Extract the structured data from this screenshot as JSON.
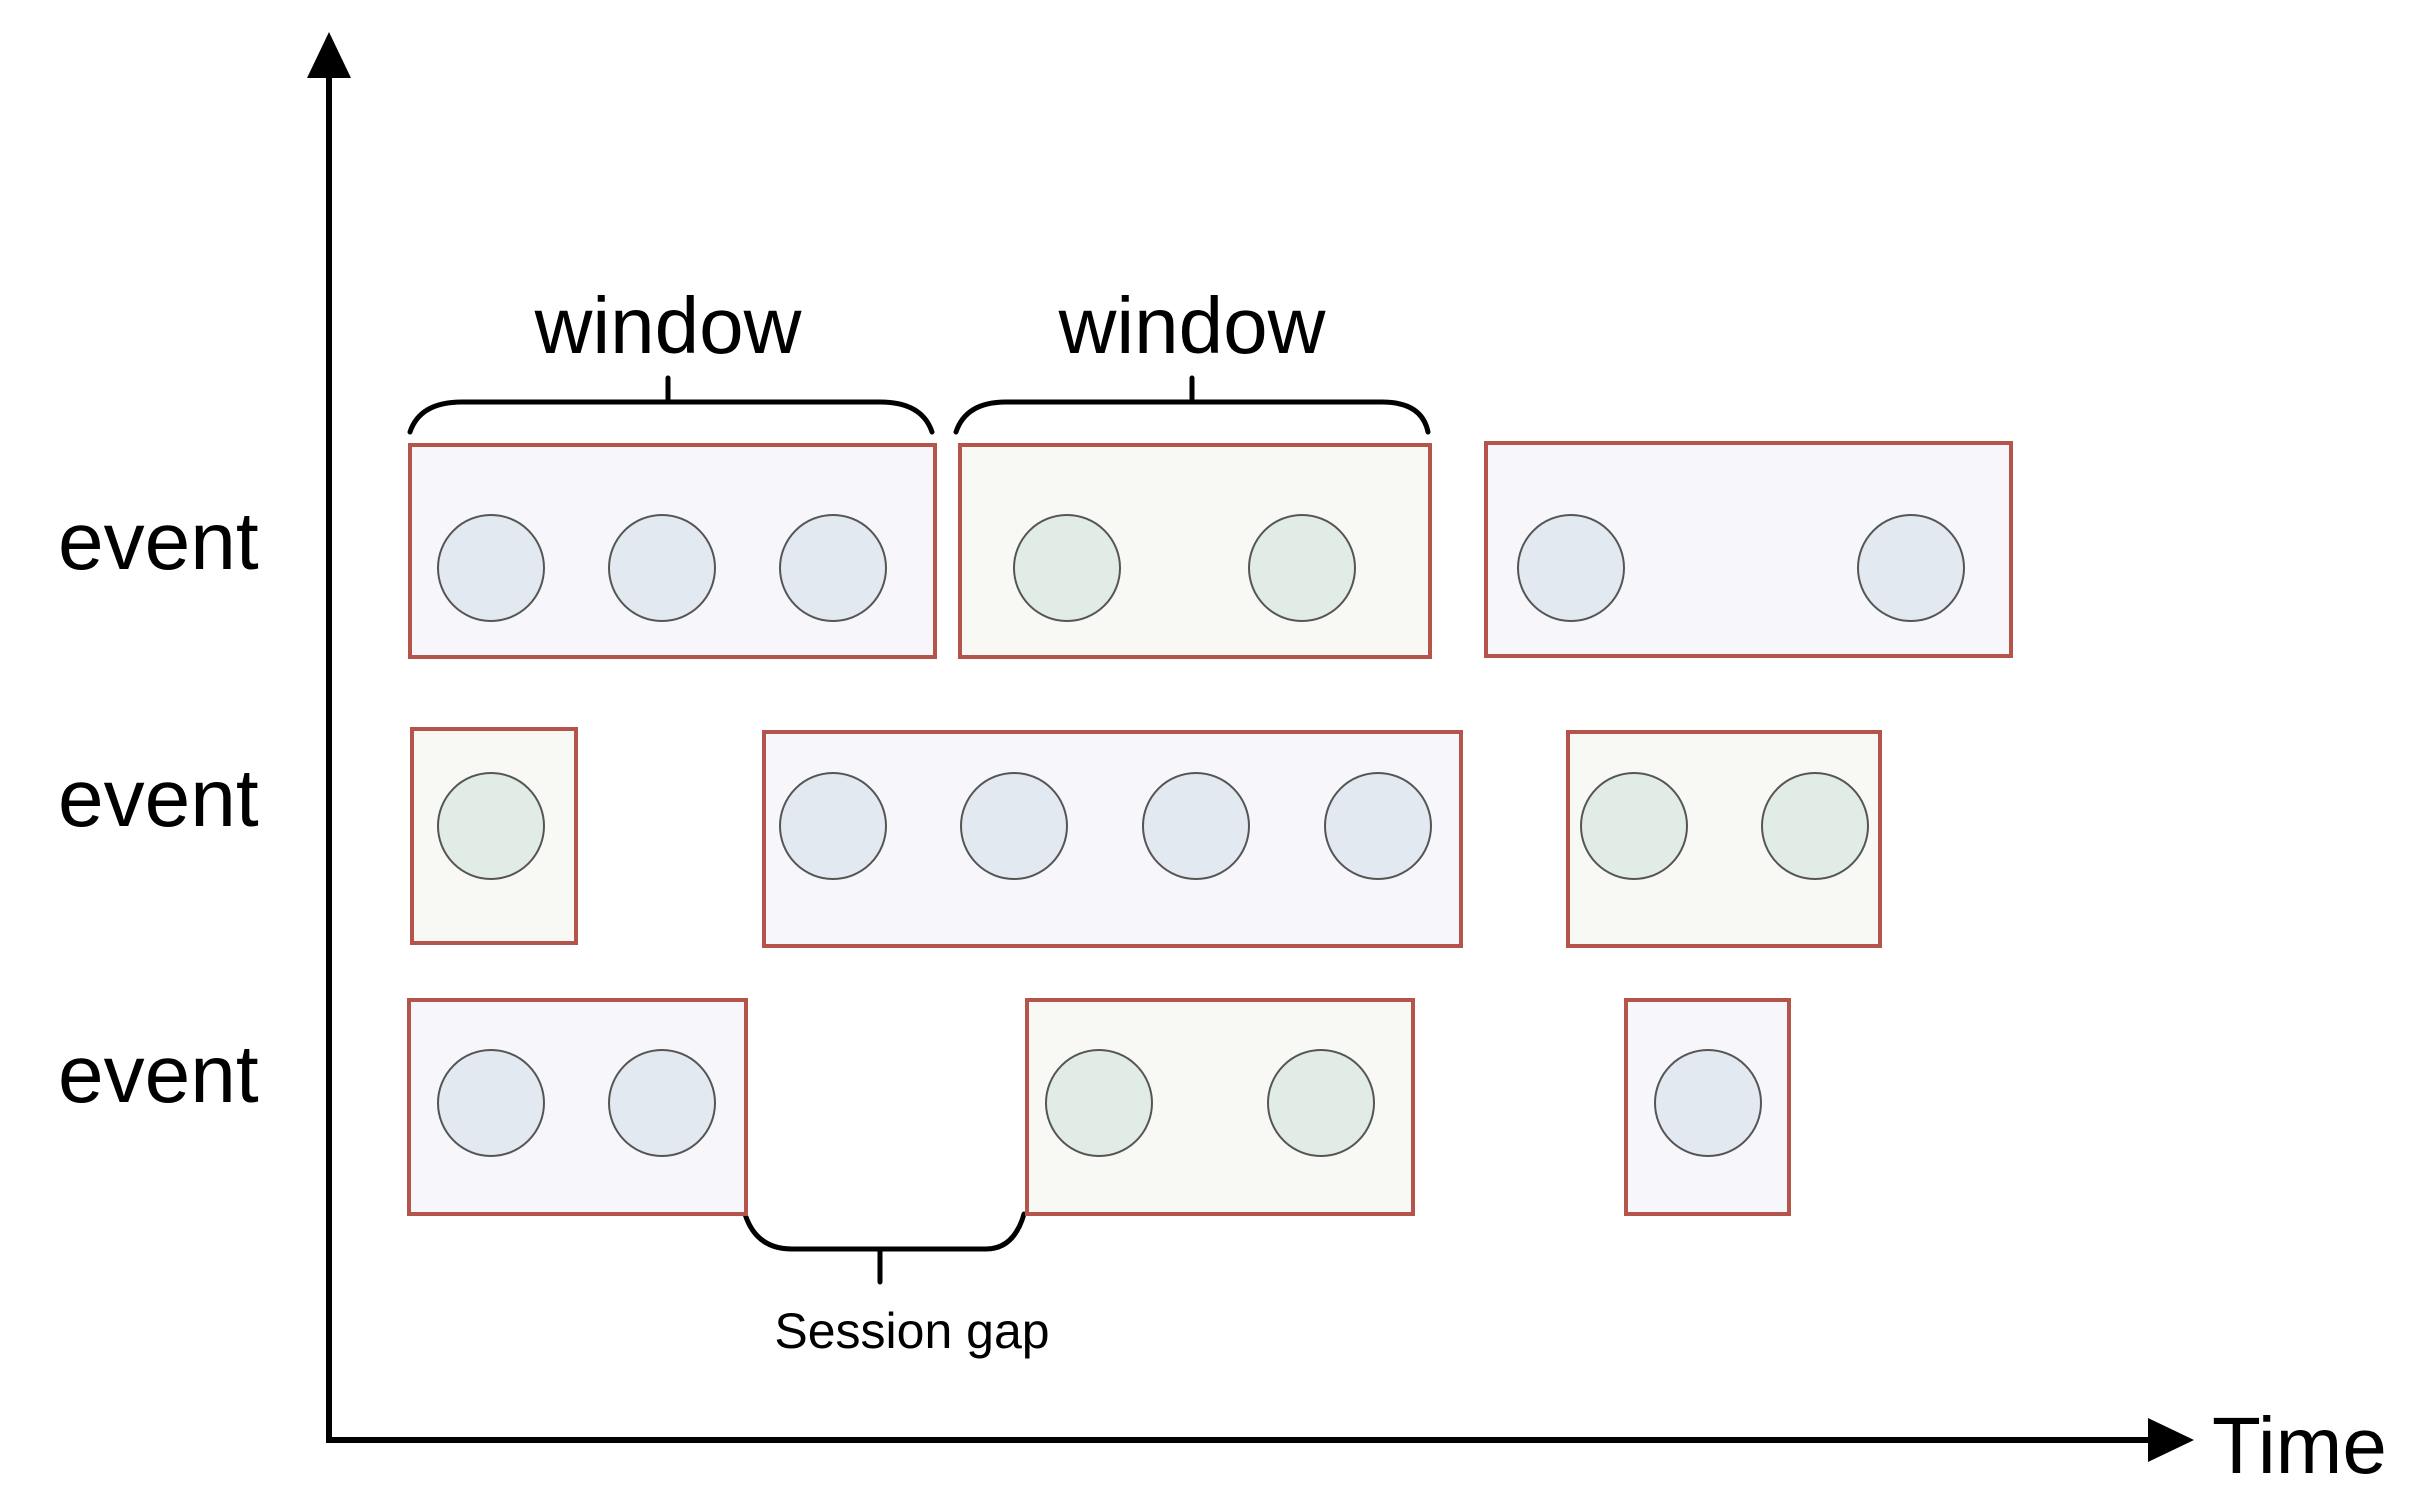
{
  "axis": {
    "x_label": "Time"
  },
  "rows": [
    {
      "label": "event",
      "windows": [
        {
          "kind": "blue",
          "events": 3
        },
        {
          "kind": "green",
          "events": 2
        },
        {
          "kind": "blue",
          "events": 2
        }
      ]
    },
    {
      "label": "event",
      "windows": [
        {
          "kind": "green",
          "events": 1
        },
        {
          "kind": "blue",
          "events": 4
        },
        {
          "kind": "green",
          "events": 2
        }
      ]
    },
    {
      "label": "event",
      "windows": [
        {
          "kind": "blue",
          "events": 2
        },
        {
          "kind": "green",
          "events": 2
        },
        {
          "kind": "blue",
          "events": 1
        }
      ]
    }
  ],
  "annotations": {
    "window_labels": [
      "window",
      "window"
    ],
    "session_gap_label": "Session gap"
  },
  "colors": {
    "box_border": "#b5544a",
    "box_fill_blue": "#f7f7fb",
    "box_fill_green": "#f8f9f4",
    "circle_fill_blue": "#e3e9f1",
    "circle_fill_green": "#e2ece7",
    "circle_stroke": "#555555",
    "axis": "#000000"
  }
}
